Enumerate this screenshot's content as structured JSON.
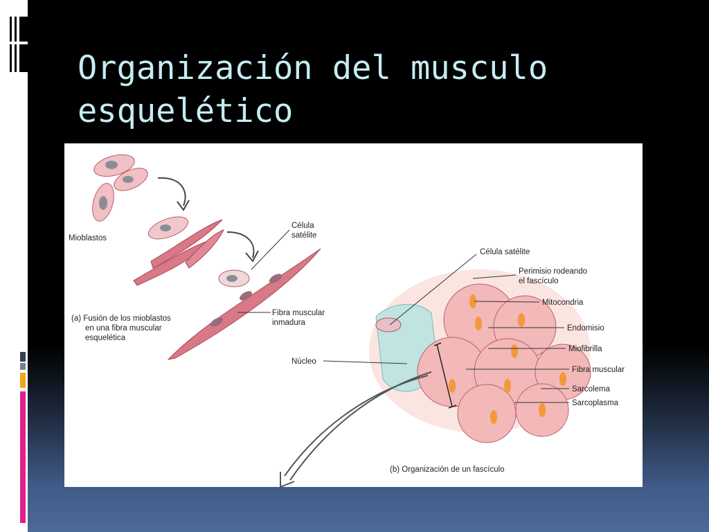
{
  "slide": {
    "title": "Organización del musculo esquelético"
  },
  "figure": {
    "labels": {
      "mioblastos": "Mioblastos",
      "celula_satelite_a_1": "Célula",
      "celula_satelite_a_2": "satélite",
      "caption_a_1": "(a) Fusión de los mioblastos",
      "caption_a_2": "en una fibra muscular",
      "caption_a_3": "esquelética",
      "fibra_inmadura_1": "Fibra muscular",
      "fibra_inmadura_2": "inmadura",
      "nucleo": "Núcleo",
      "celula_satelite_b": "Célula satélite",
      "perimisio_1": "Perimisio rodeando",
      "perimisio_2": "el fascículo",
      "mitocondria": "Mitocondria",
      "endomisio": "Endomisio",
      "miofibrilla": "Miofibrilla",
      "fibra_muscular": "Fibra muscular",
      "sarcolema": "Sarcolema",
      "sarcoplasma": "Sarcoplasma",
      "caption_b": "(b) Organización de un fascículo"
    }
  },
  "colors": {
    "title": "#c5ecf2",
    "accent_magenta": "#e0208a",
    "accent_orange": "#f2a51a",
    "accent_navy": "#33405a",
    "muscle_pink": "#d97987",
    "connective_cyan": "#bfe4e2"
  }
}
